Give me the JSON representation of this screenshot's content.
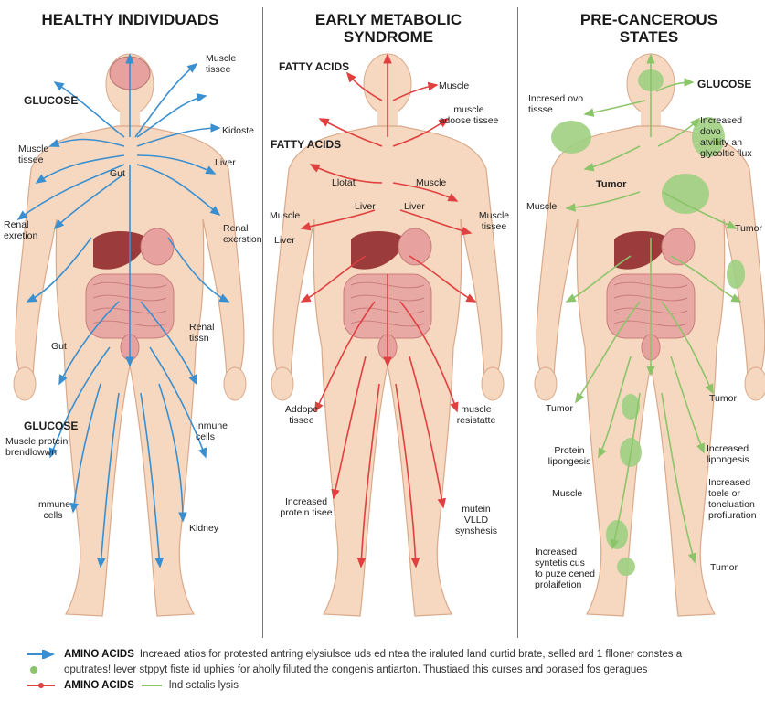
{
  "panels": [
    {
      "title": "HEALTHY INDIVIDUADS",
      "labels": {
        "muscle_tissee_top": "Muscle\ntissee",
        "glucose_top": "GLUCOSE",
        "kidoste": "Kidoste",
        "muscle_tissee_left": "Muscle\ntissee",
        "gut_top": "Gut",
        "liver": "Liver",
        "renal_exretion": "Renal\nexretion",
        "renal_exerstion": "Renal\nexerstion",
        "renal_tissn": "Renal\ntissn",
        "gut_left": "Gut",
        "glucose_bottom": "GLUCOSE",
        "muscle_protein": "Muscle protein\nbrendlowwn",
        "inmune_cells": "Inmune\ncells",
        "immune_cells": "Immune\ncells",
        "kidney": "Kidney"
      }
    },
    {
      "title": "EARLY METABOLIC\nSYNDROME",
      "labels": {
        "fatty_acids_top": "FATTY ACIDS",
        "muscle_top": "Muscle",
        "muscle_adoose": "muscle\nadoose tissee",
        "fatty_acids_mid": "FATTY ACIDS",
        "liotat": "Llotat",
        "muscle_mid": "Muscle",
        "liver_left": "Liver",
        "liver_right": "Liver",
        "muscle_left": "Muscle",
        "liver_low": "Liver",
        "muscle_tissee_right": "Muscle\ntissee",
        "addope": "Addope\ntissee",
        "muscle_resistatte": "muscle\nresistatte",
        "increased_protein": "Increased\nprotein tisee",
        "mutein": "mutein\nVLLD\nsynshesis"
      }
    },
    {
      "title": "PRE-CANCEROUS\nSTATES",
      "labels": {
        "increased_ovo": "Incresed ovo\ntissse",
        "glucose": "GLUCOSE",
        "increased_dovo": "Increased dovo\natviliity an\nglycoltic flux",
        "tumor_top": "Tumor",
        "muscle_left": "Muscle",
        "tumor_right": "Tumor",
        "tumor_mid": "Tumor",
        "tumor_right2": "Tumor",
        "protein_lip": "Protein\nlipongesis",
        "increased_lip": "Increased\nlipongesis",
        "muscle_low": "Muscle",
        "increased_toele": "Increased\ntoele or\ntoncluation\nprofiuration",
        "increased_syntetis": "Increased\nsyntetis cus\nto puze cened\nprolaifetion",
        "tumor_bottom": "Tumor"
      }
    }
  ],
  "legend": [
    {
      "key": "AMINO ACIDS",
      "text": "Increaed atios for protested antring elysiulsce uds ed ntea the iraluted land curtid brate, selled ard 1 flloner constes a",
      "color": "#3a8fd0",
      "marker": "arrow"
    },
    {
      "key": "",
      "text": "oputrates! lever stppyt fiste id uphies for aholly filuted the congenis antiarton. Thustiaed this curses and porased fos geragues",
      "color": "#8cc46a",
      "marker": "dot"
    },
    {
      "key": "AMINO ACIDS",
      "text": "lnd sctalis lysis",
      "color": "#e04040",
      "marker": "arrow-dot",
      "trail_color": "#8cc46a"
    }
  ],
  "colors": {
    "skin": "#f6d8c0",
    "skin_edge": "#d9a98a",
    "healthy_arrow": "#3a8fd0",
    "metabolic_arrow": "#e04040",
    "cancer_arrow": "#8cc46a",
    "liver": "#9c3b3b",
    "intestine": "#e8a9a4",
    "tumor": "#9fcf82"
  }
}
